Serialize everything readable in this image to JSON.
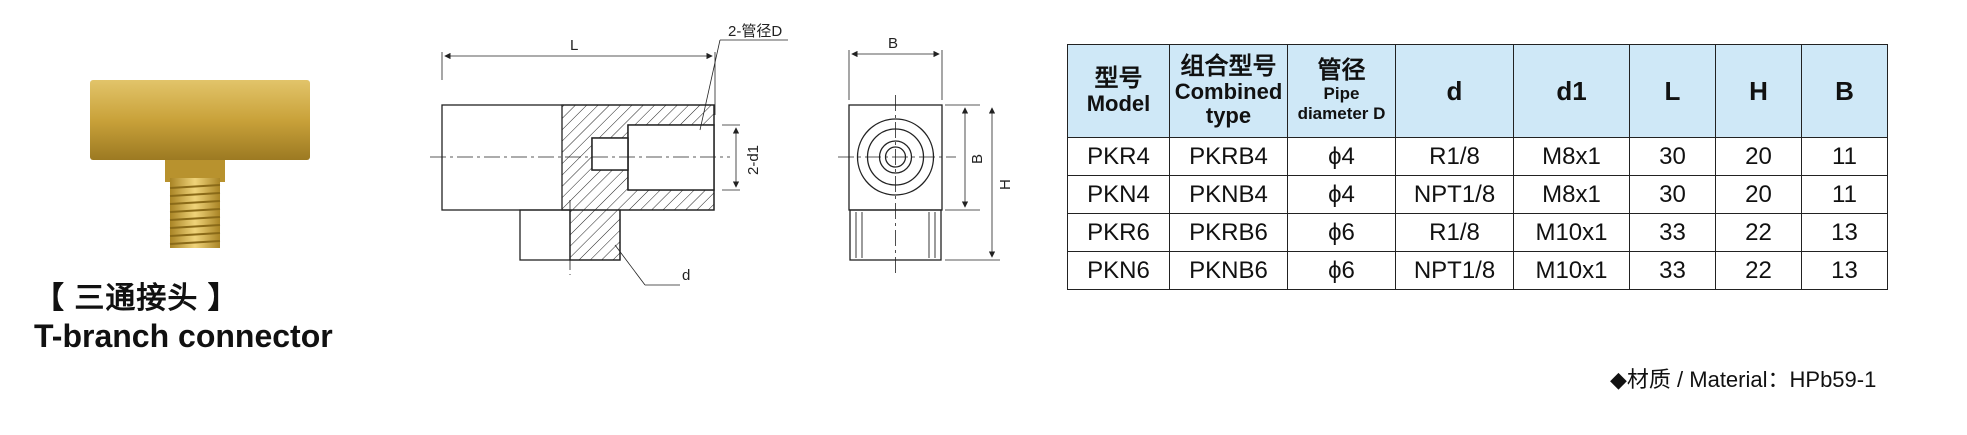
{
  "product": {
    "name_cn": "【 三通接头 】",
    "name_en": "T-branch connector"
  },
  "drawing": {
    "label_L": "L",
    "label_B": "B",
    "label_H": "H",
    "label_d": "d",
    "label_d1": "2-d1",
    "label_pipe": "2-管径D"
  },
  "table": {
    "headers": [
      {
        "cn": "型号",
        "en": "Model"
      },
      {
        "cn": "组合型号",
        "en": "Combined type"
      },
      {
        "cn": "管径",
        "en": "Pipe",
        "en2": "diameter D"
      },
      {
        "single": "d"
      },
      {
        "single": "d1"
      },
      {
        "single": "L"
      },
      {
        "single": "H"
      },
      {
        "single": "B"
      }
    ],
    "rows": [
      [
        "PKR4",
        "PKRB4",
        "ϕ4",
        "R1/8",
        "M8x1",
        "30",
        "20",
        "11"
      ],
      [
        "PKN4",
        "PKNB4",
        "ϕ4",
        "NPT1/8",
        "M8x1",
        "30",
        "20",
        "11"
      ],
      [
        "PKR6",
        "PKRB6",
        "ϕ6",
        "R1/8",
        "M10x1",
        "33",
        "22",
        "13"
      ],
      [
        "PKN6",
        "PKNB6",
        "ϕ6",
        "NPT1/8",
        "M10x1",
        "33",
        "22",
        "13"
      ]
    ]
  },
  "material": {
    "text": "◆材质 / Material：HPb59-1"
  },
  "colors": {
    "header_bg": "#cfe8f7",
    "brass": "#c9a23a"
  }
}
